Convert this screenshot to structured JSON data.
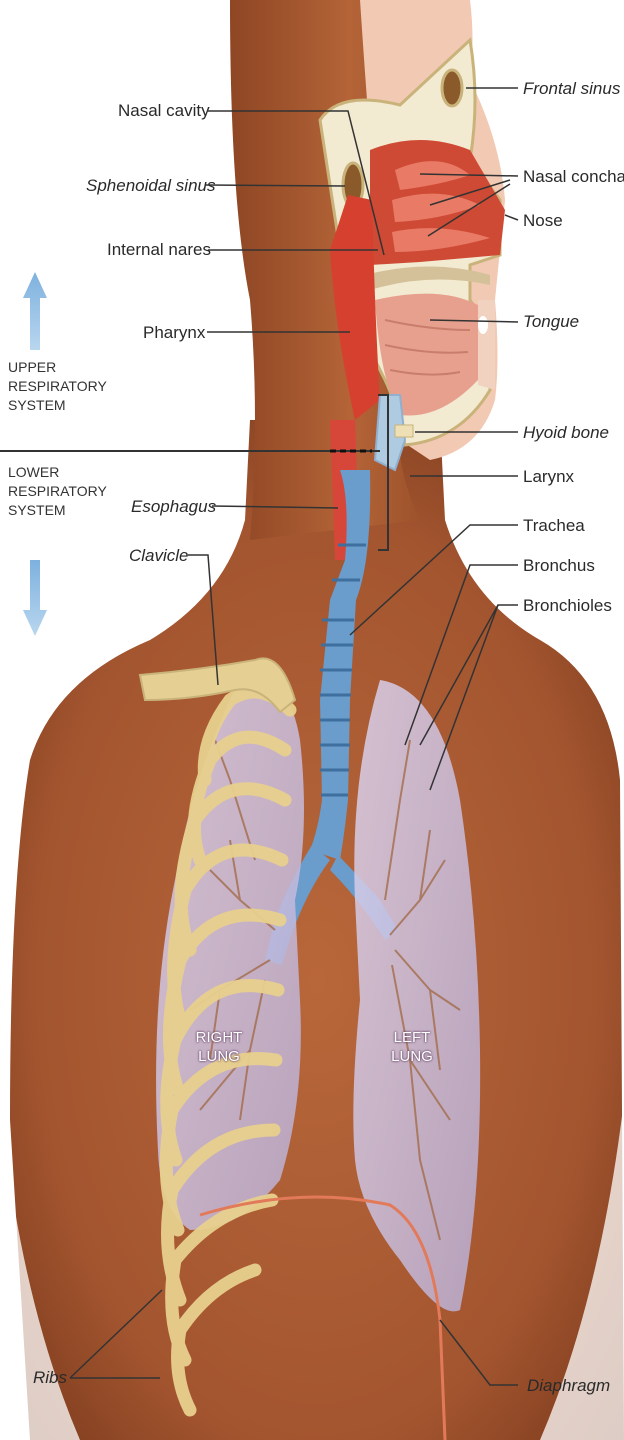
{
  "labels": {
    "frontal_sinus": "Frontal sinus",
    "nasal_cavity": "Nasal cavity",
    "nasal_conchae": "Nasal conchae",
    "sphenoidal_sinus": "Sphenoidal sinus",
    "nose": "Nose",
    "internal_nares": "Internal nares",
    "tongue": "Tongue",
    "pharynx": "Pharynx",
    "hyoid_bone": "Hyoid bone",
    "larynx": "Larynx",
    "esophagus": "Esophagus",
    "trachea": "Trachea",
    "clavicle": "Clavicle",
    "bronchus": "Bronchus",
    "bronchioles": "Bronchioles",
    "ribs": "Ribs",
    "diaphragm": "Diaphragm"
  },
  "systems": {
    "upper": [
      "UPPER",
      "RESPIRATORY",
      "SYSTEM"
    ],
    "lower": [
      "LOWER",
      "RESPIRATORY",
      "SYSTEM"
    ]
  },
  "lungs": {
    "right": [
      "RIGHT",
      "LUNG"
    ],
    "left": [
      "LEFT",
      "LUNG"
    ]
  },
  "colors": {
    "skin": "#a8582f",
    "skin_dark": "#7a3a1c",
    "upper_tract": "#d8553a",
    "trachea": "#6a9ccc",
    "lung": "#cfc4e2",
    "rib": "#e8d08e",
    "arrow": "#9cc4e6"
  }
}
